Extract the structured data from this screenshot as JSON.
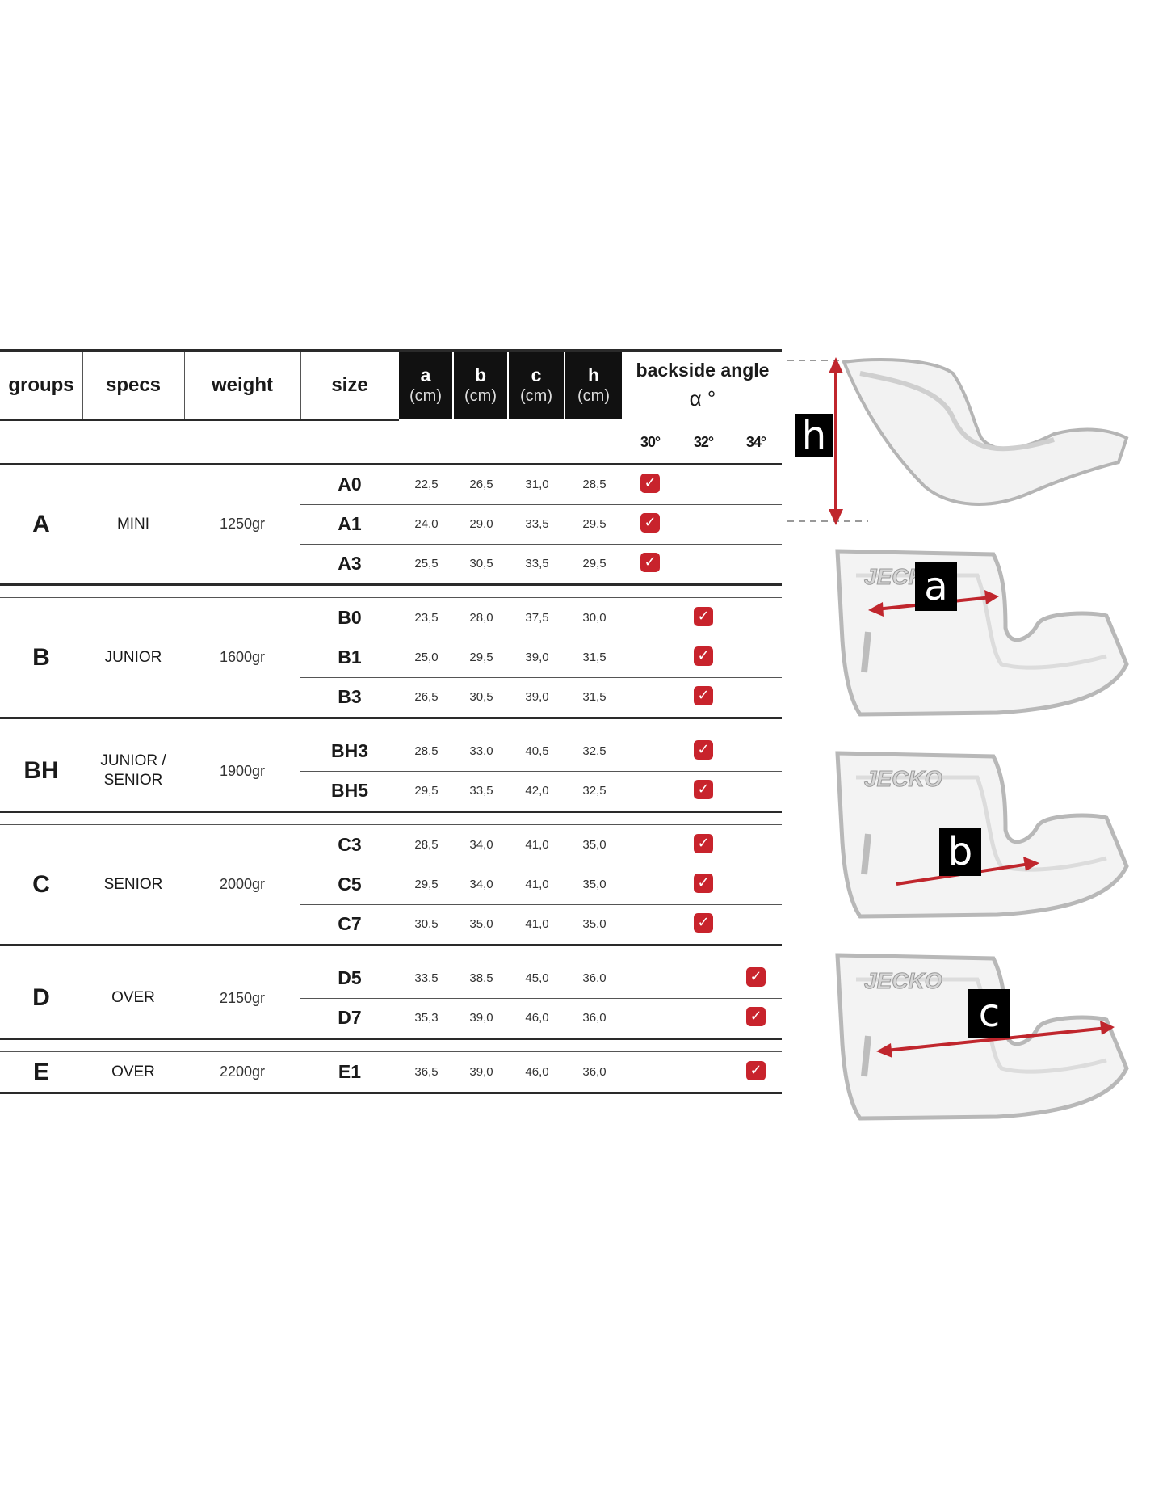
{
  "headers": {
    "groups": "groups",
    "specs": "specs",
    "weight": "weight",
    "size": "size",
    "dims": [
      {
        "letter": "a",
        "unit": "(cm)"
      },
      {
        "letter": "b",
        "unit": "(cm)"
      },
      {
        "letter": "c",
        "unit": "(cm)"
      },
      {
        "letter": "h",
        "unit": "(cm)"
      }
    ],
    "backside_angle": "backside angle",
    "alpha": "α °",
    "angles": [
      "30°",
      "32°",
      "34°"
    ]
  },
  "groups": [
    {
      "group": "A",
      "spec": "MINI",
      "weight": "1250gr",
      "rows": [
        {
          "size": "A0",
          "a": "22,5",
          "b": "26,5",
          "c": "31,0",
          "h": "28,5",
          "angle": 0
        },
        {
          "size": "A1",
          "a": "24,0",
          "b": "29,0",
          "c": "33,5",
          "h": "29,5",
          "angle": 0
        },
        {
          "size": "A3",
          "a": "25,5",
          "b": "30,5",
          "c": "33,5",
          "h": "29,5",
          "angle": 0
        }
      ]
    },
    {
      "group": "B",
      "spec": "JUNIOR",
      "weight": "1600gr",
      "rows": [
        {
          "size": "B0",
          "a": "23,5",
          "b": "28,0",
          "c": "37,5",
          "h": "30,0",
          "angle": 1
        },
        {
          "size": "B1",
          "a": "25,0",
          "b": "29,5",
          "c": "39,0",
          "h": "31,5",
          "angle": 1
        },
        {
          "size": "B3",
          "a": "26,5",
          "b": "30,5",
          "c": "39,0",
          "h": "31,5",
          "angle": 1
        }
      ]
    },
    {
      "group": "BH",
      "spec": "JUNIOR / SENIOR",
      "weight": "1900gr",
      "rows": [
        {
          "size": "BH3",
          "a": "28,5",
          "b": "33,0",
          "c": "40,5",
          "h": "32,5",
          "angle": 1
        },
        {
          "size": "BH5",
          "a": "29,5",
          "b": "33,5",
          "c": "42,0",
          "h": "32,5",
          "angle": 1
        }
      ]
    },
    {
      "group": "C",
      "spec": "SENIOR",
      "weight": "2000gr",
      "rows": [
        {
          "size": "C3",
          "a": "28,5",
          "b": "34,0",
          "c": "41,0",
          "h": "35,0",
          "angle": 1
        },
        {
          "size": "C5",
          "a": "29,5",
          "b": "34,0",
          "c": "41,0",
          "h": "35,0",
          "angle": 1
        },
        {
          "size": "C7",
          "a": "30,5",
          "b": "35,0",
          "c": "41,0",
          "h": "35,0",
          "angle": 1
        }
      ]
    },
    {
      "group": "D",
      "spec": "OVER",
      "weight": "2150gr",
      "rows": [
        {
          "size": "D5",
          "a": "33,5",
          "b": "38,5",
          "c": "45,0",
          "h": "36,0",
          "angle": 2
        },
        {
          "size": "D7",
          "a": "35,3",
          "b": "39,0",
          "c": "46,0",
          "h": "36,0",
          "angle": 2
        }
      ]
    },
    {
      "group": "E",
      "spec": "OVER",
      "weight": "2200gr",
      "rows": [
        {
          "size": "E1",
          "a": "36,5",
          "b": "39,0",
          "c": "46,0",
          "h": "36,0",
          "angle": 2
        }
      ]
    }
  ],
  "diagrams": {
    "h_label": "h",
    "a_label": "a",
    "b_label": "b",
    "c_label": "c",
    "logo_text": "JECKO",
    "arrow_color": "#c0262d",
    "check_color": "#c8232c"
  }
}
